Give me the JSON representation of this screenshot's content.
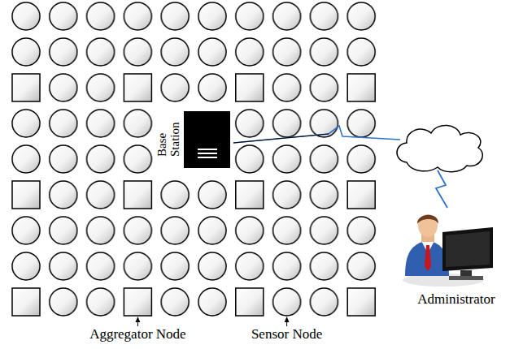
{
  "diagram": {
    "nodes": [
      {
        "text": [
          "Base Station"
        ]
      }
    ],
    "labels": [
      "Administrator",
      "Aggregator Node",
      "Sensor Node"
    ]
  }
}
